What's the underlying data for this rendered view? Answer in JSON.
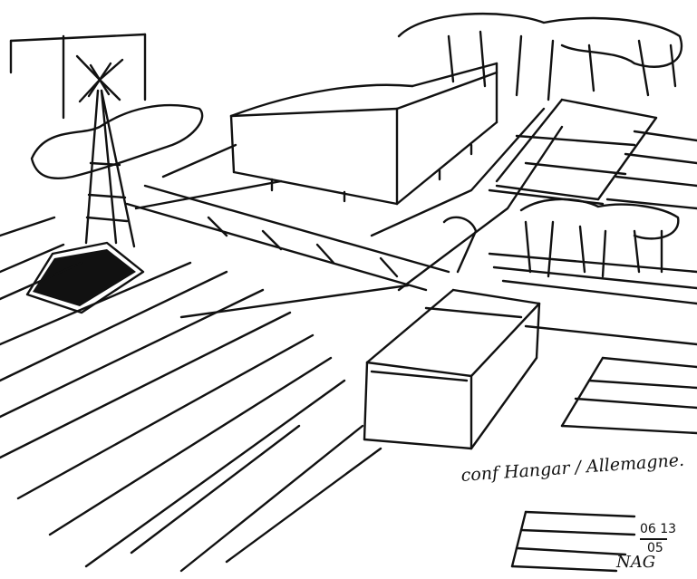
{
  "sketch": {
    "caption": "conf Hangar / Allemagne.",
    "date_top": "06 13",
    "date_bottom": "05",
    "signature": "NAG",
    "ink_color": "#111111",
    "paper_color": "#ffffff"
  }
}
